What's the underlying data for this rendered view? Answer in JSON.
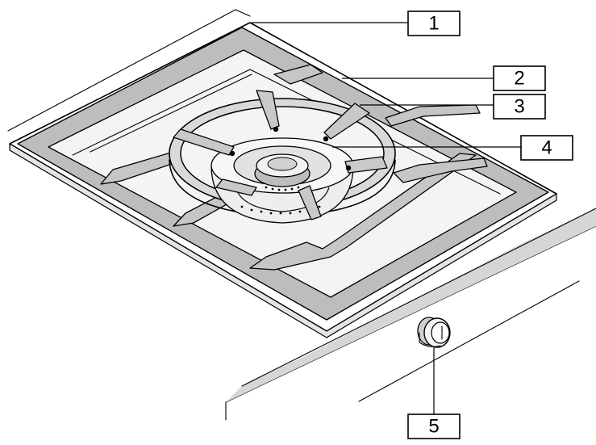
{
  "colors": {
    "line": "#000000",
    "frame_gray": "#bdbdbd",
    "surface_light": "#f2f2f2",
    "trim_gray": "#d0d0d0",
    "background": "#ffffff"
  },
  "callouts": [
    {
      "id": "1",
      "label": "1"
    },
    {
      "id": "2",
      "label": "2"
    },
    {
      "id": "3",
      "label": "3"
    },
    {
      "id": "4",
      "label": "4"
    },
    {
      "id": "5",
      "label": "5"
    }
  ],
  "icons": [
    "wok-burner-grate-illustration",
    "control-knob-illustration"
  ]
}
